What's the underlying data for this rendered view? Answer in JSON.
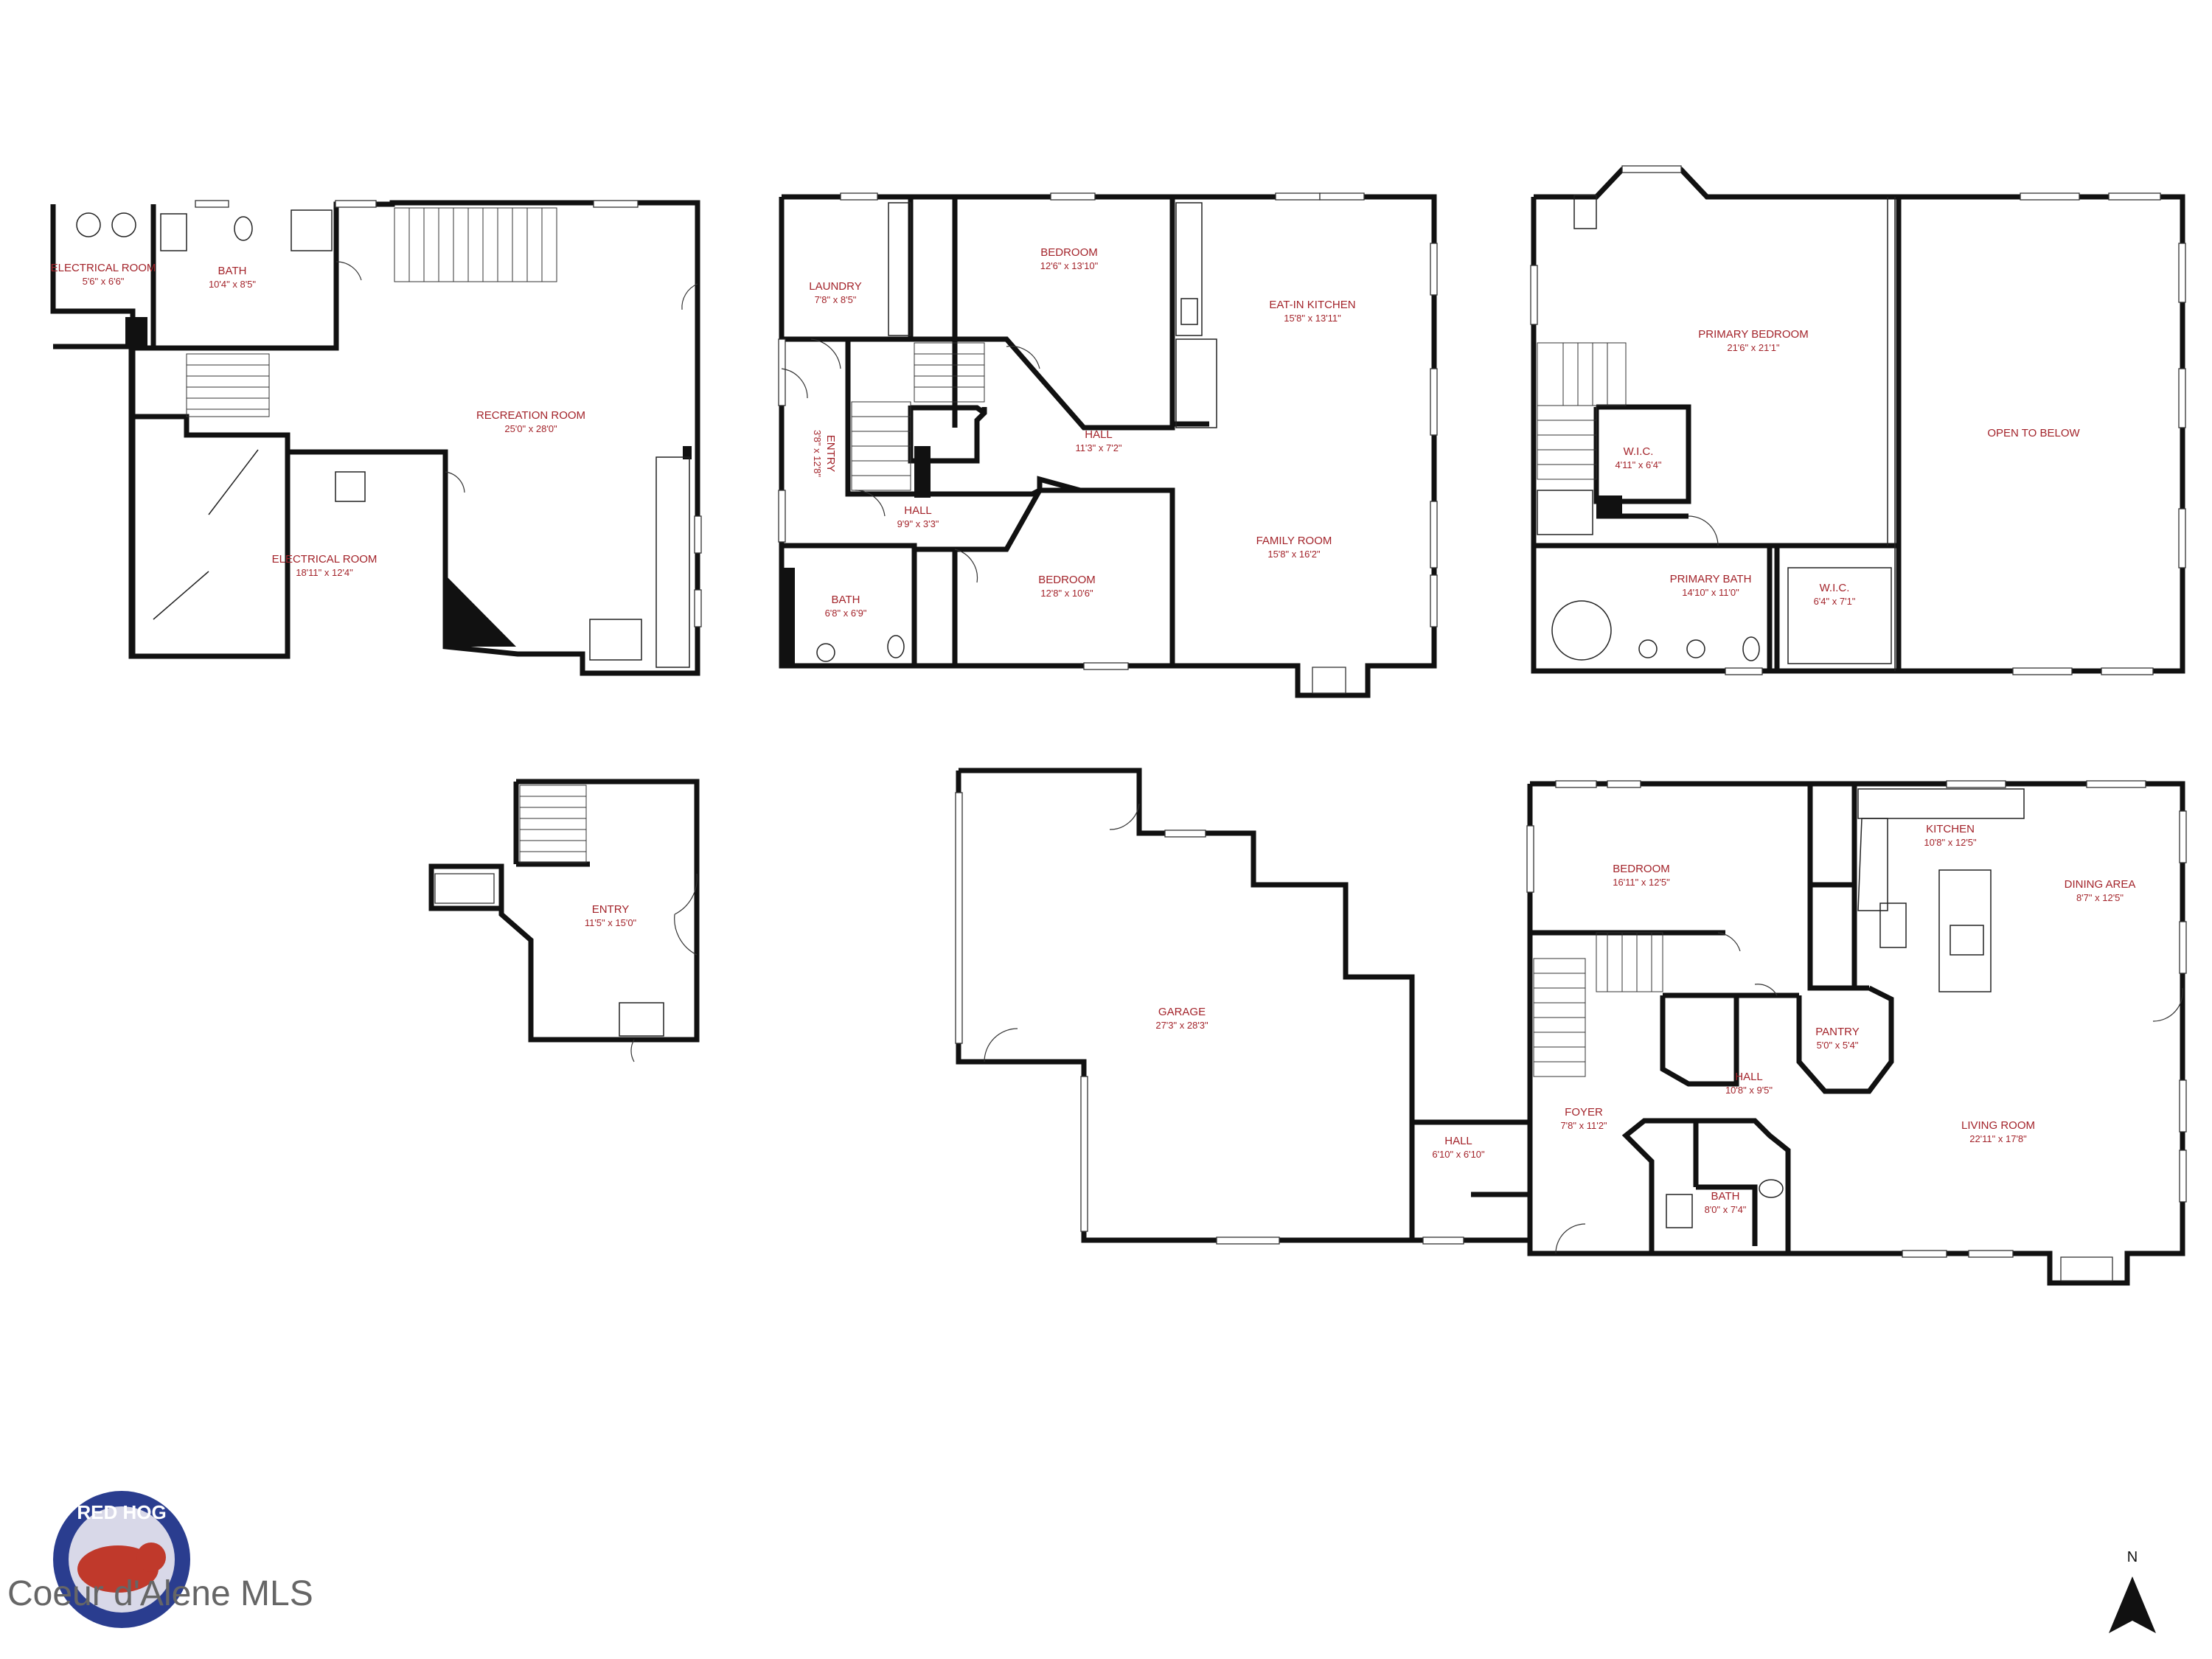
{
  "rooms": {
    "basement_electrical_small": {
      "name": "ELECTRICAL ROOM",
      "dims": "5'6\" x 6'6\""
    },
    "basement_bath": {
      "name": "BATH",
      "dims": "10'4\" x 8'5\""
    },
    "recreation": {
      "name": "RECREATION ROOM",
      "dims": "25'0\" x 28'0\""
    },
    "basement_electrical_large": {
      "name": "ELECTRICAL ROOM",
      "dims": "18'11\" x 12'4\""
    },
    "laundry": {
      "name": "LAUNDRY",
      "dims": "7'8\" x 8'5\""
    },
    "bedroom_upper_a": {
      "name": "BEDROOM",
      "dims": "12'6\" x 13'10\""
    },
    "eat_in_kitchen": {
      "name": "EAT-IN KITCHEN",
      "dims": "15'8\" x 13'11\""
    },
    "hall_upper_a": {
      "name": "HALL",
      "dims": "11'3\" x 7'2\""
    },
    "entry_upper": {
      "name": "ENTRY",
      "dims": "3'8\" x 12'8\""
    },
    "hall_upper_b": {
      "name": "HALL",
      "dims": "9'9\" x 3'3\""
    },
    "family_room": {
      "name": "FAMILY ROOM",
      "dims": "15'8\" x 16'2\""
    },
    "bath_upper": {
      "name": "BATH",
      "dims": "6'8\" x 6'9\""
    },
    "bedroom_upper_b": {
      "name": "BEDROOM",
      "dims": "12'8\" x 10'6\""
    },
    "primary_bedroom": {
      "name": "PRIMARY BEDROOM",
      "dims": "21'6\" x 21'1\""
    },
    "wic_a": {
      "name": "W.I.C.",
      "dims": "4'11\" x 6'4\""
    },
    "open_to_below": {
      "name": "OPEN TO BELOW",
      "dims": ""
    },
    "primary_bath": {
      "name": "PRIMARY BATH",
      "dims": "14'10\" x 11'0\""
    },
    "wic_b": {
      "name": "W.I.C.",
      "dims": "6'4\" x 7'1\""
    },
    "entry_small": {
      "name": "ENTRY",
      "dims": "11'5\" x 15'0\""
    },
    "garage": {
      "name": "GARAGE",
      "dims": "27'3\" x 28'3\""
    },
    "bedroom_main": {
      "name": "BEDROOM",
      "dims": "16'11\" x 12'5\""
    },
    "kitchen": {
      "name": "KITCHEN",
      "dims": "10'8\" x 12'5\""
    },
    "dining_area": {
      "name": "DINING AREA",
      "dims": "8'7\" x 12'5\""
    },
    "pantry": {
      "name": "PANTRY",
      "dims": "5'0\" x 5'4\""
    },
    "hall_main_a": {
      "name": "HALL",
      "dims": "10'8\" x 9'5\""
    },
    "hall_main_b": {
      "name": "HALL",
      "dims": "6'10\" x 6'10\""
    },
    "foyer": {
      "name": "FOYER",
      "dims": "7'8\" x 11'2\""
    },
    "living_room": {
      "name": "LIVING ROOM",
      "dims": "22'11\" x 17'8\""
    },
    "bath_main": {
      "name": "BATH",
      "dims": "8'0\" x 7'4\""
    }
  },
  "compass": {
    "label": "N"
  },
  "watermark": {
    "text": "Coeur d'Alene MLS"
  },
  "logo": {
    "text": "RED HOG"
  },
  "colors": {
    "label": "#a3232a",
    "wall": "#111111"
  }
}
